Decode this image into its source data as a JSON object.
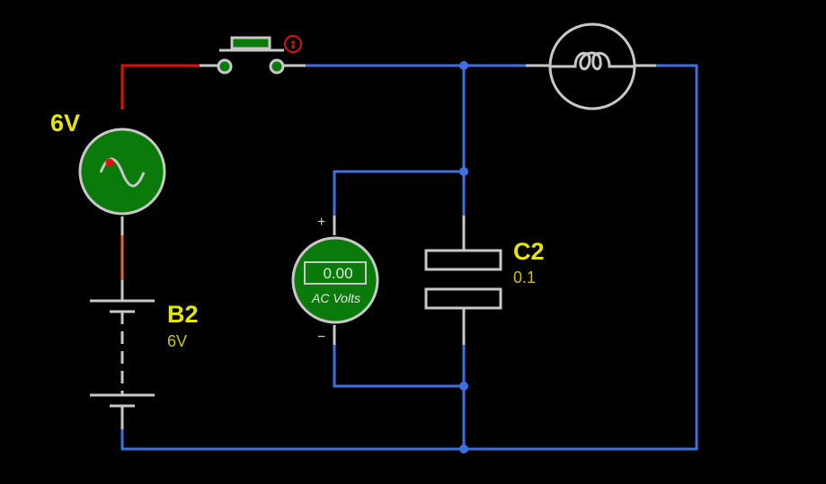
{
  "ac_source": {
    "label": "6V"
  },
  "battery": {
    "name": "B2",
    "value": "6V"
  },
  "capacitor": {
    "name": "C2",
    "value": "0.1"
  },
  "voltmeter": {
    "reading": "0.00",
    "unit": "AC Volts",
    "plus": "+",
    "minus": "−"
  },
  "switch": {
    "badge": "↕"
  },
  "colors": {
    "wire_blue": "#3f6fe0",
    "wire_red": "#e01010",
    "wire_orange": "#e06a30",
    "component_green": "#0a7a0a",
    "outline_gray": "#c8c8c8",
    "label_yellow": "#e6e600"
  }
}
